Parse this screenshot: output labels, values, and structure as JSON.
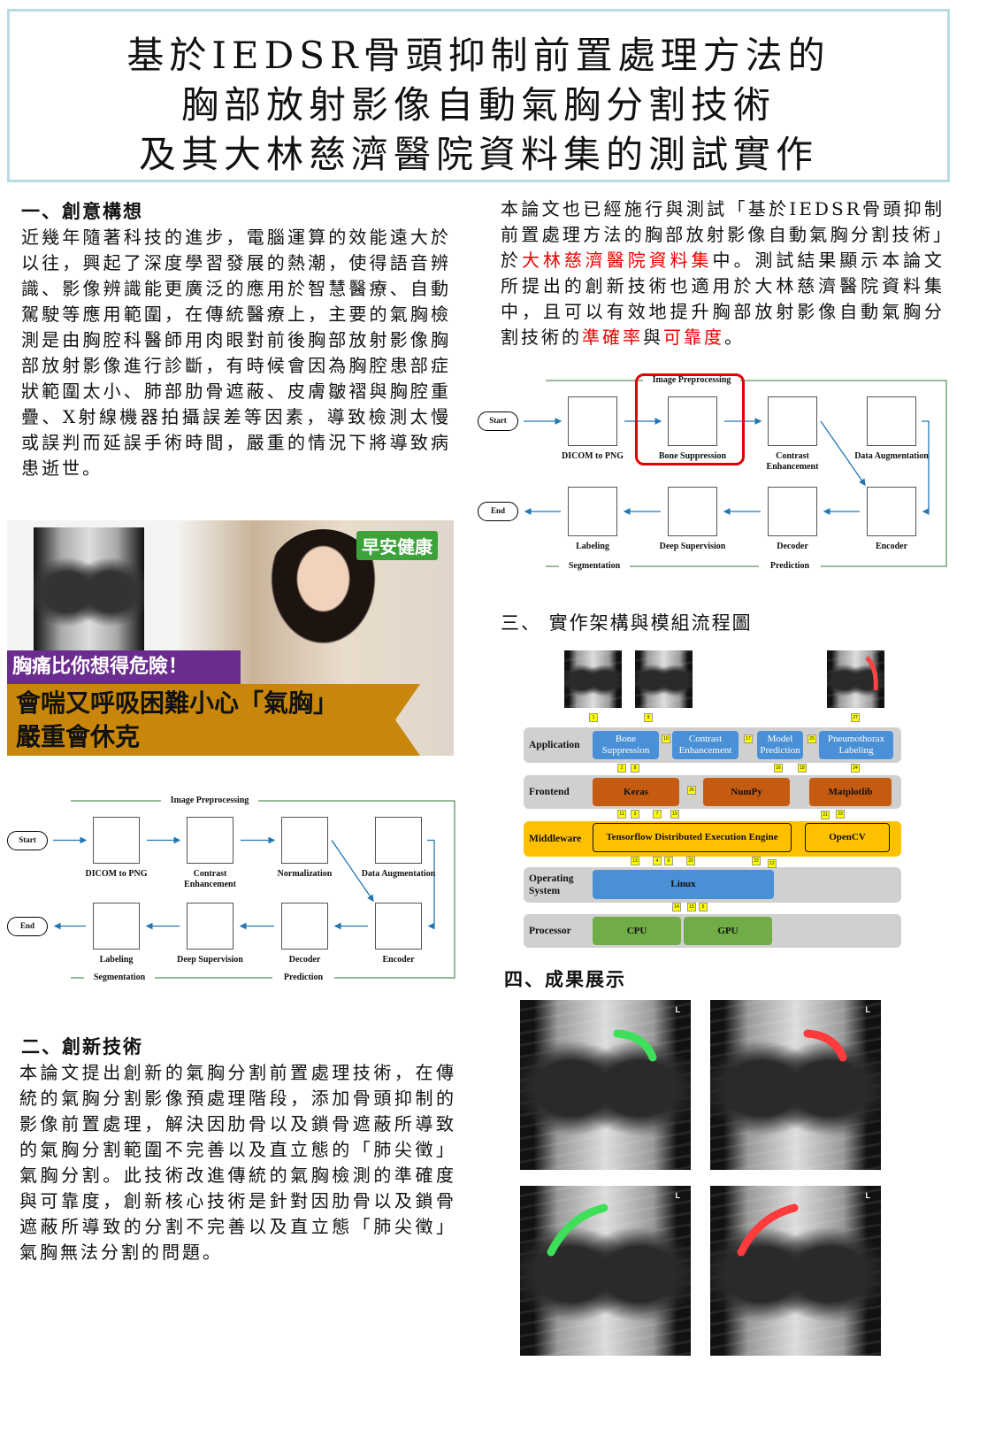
{
  "title": {
    "lines": [
      "基於IEDSR骨頭抑制前置處理方法的",
      "胸部放射影像自動氣胸分割技術",
      "及其大林慈濟醫院資料集的測試實作"
    ]
  },
  "section1": {
    "heading": "一、創意構想",
    "body": "近幾年隨著科技的進步，電腦運算的效能遠大於以往，興起了深度學習發展的熱潮，使得語音辨識、影像辨識能更廣泛的應用於智慧醫療、自動駕駛等應用範圍，在傳統醫療上，主要的氣胸檢測是由胸腔科醫師用肉眼對前後胸部放射影像胸部放射影像進行診斷，有時候會因為胸腔患部症狀範圍太小、肺部肋骨遮蔽、皮膚皺褶與胸腔重疊、X射線機器拍攝誤差等因素，導致檢測太慢或誤判而延誤手術時間，嚴重的情況下將導致病患逝世。"
  },
  "photo": {
    "logo": "早安健康",
    "banner1": "胸痛比你想得危險！",
    "banner2_line1": "會喘又呼吸困難小心「氣胸」",
    "banner2_line2": "嚴重會休克"
  },
  "section2": {
    "heading": "二、創新技術",
    "body": "本論文提出創新的氣胸分割前置處理技術，在傳統的氣胸分割影像預處理階段，添加骨頭抑制的影像前置處理，解決因肋骨以及鎖骨遮蔽所導致的氣胸分割範圍不完善以及直立態的「肺尖徵」氣胸分割。此技術改進傳統的氣胸檢測的準確度與可靠度，創新核心技術是針對因肋骨以及鎖骨遮蔽所導致的分割不完善以及直立態「肺尖徵」氣胸無法分割的問題。"
  },
  "intro_right": {
    "segments": [
      {
        "text": "本論文也已經施行與測試「基於IEDSR骨頭抑制前置處理方法的胸部放射影像自動氣胸分割技術」於",
        "red": false
      },
      {
        "text": "大林慈濟醫院資料集",
        "red": true
      },
      {
        "text": "中。測試結果顯示本論文所提出的創新技術也適用於大林慈濟醫院資料集中，且可以有效地提升胸部放射影像自動氣胸分割技術的",
        "red": false
      },
      {
        "text": "準確率",
        "red": true
      },
      {
        "text": "與",
        "red": false
      },
      {
        "text": "可靠度",
        "red": true
      },
      {
        "text": "。",
        "red": false
      }
    ]
  },
  "flow_new": {
    "start": "Start",
    "end": "End",
    "top_label": "Image Preprocessing",
    "seg_label": "Segmentation",
    "pred_label": "Prediction",
    "row1": [
      {
        "label": "DICOM to PNG",
        "thumb": "dicom"
      },
      {
        "label": "Bone Suppression",
        "thumb": "bone"
      },
      {
        "label": "Contrast Enhancement",
        "thumb": "hist"
      },
      {
        "label": "Data Augmentation",
        "thumb": "aug"
      }
    ],
    "row2": [
      {
        "label": "Labeling",
        "thumb": "label"
      },
      {
        "label": "Deep Supervision",
        "thumb": "deep"
      },
      {
        "label": "Decoder",
        "thumb": "net"
      },
      {
        "label": "Encoder",
        "thumb": "net"
      }
    ],
    "highlight_color": "#e00000"
  },
  "flow_old": {
    "start": "Start",
    "end": "End",
    "top_label": "Image Preprocessing",
    "seg_label": "Segmentation",
    "pred_label": "Prediction",
    "row1": [
      {
        "label": "DICOM to PNG",
        "thumb": "dicom"
      },
      {
        "label": "Contrast Enhancement",
        "thumb": "hist"
      },
      {
        "label": "Normalization",
        "thumb": "norm"
      },
      {
        "label": "Data Augmentation",
        "thumb": "aug"
      }
    ],
    "row2": [
      {
        "label": "Labeling",
        "thumb": "label"
      },
      {
        "label": "Deep Supervision",
        "thumb": "deep"
      },
      {
        "label": "Decoder",
        "thumb": "net"
      },
      {
        "label": "Encoder",
        "thumb": "net"
      }
    ]
  },
  "section3": {
    "heading": "三、 實作架構與模組流程圖"
  },
  "arch": {
    "layers": [
      "Application",
      "Frontend",
      "Middleware",
      "Operating System",
      "Processor"
    ],
    "app": [
      "Bone Suppression",
      "Contrast Enhancement",
      "Model Prediction",
      "Pneumothorax Labeling"
    ],
    "frontend": [
      "Keras",
      "NumPy",
      "Matplotlib"
    ],
    "middleware": [
      "Tensorflow Distributed Execution Engine",
      "OpenCV"
    ],
    "os": [
      "Linux"
    ],
    "processor": [
      "CPU",
      "GPU"
    ],
    "badges": [
      "1",
      "9",
      "27",
      "2",
      "8",
      "10",
      "17",
      "25",
      "16",
      "18",
      "24",
      "26",
      "11",
      "3",
      "7",
      "19",
      "23",
      "13",
      "4",
      "6",
      "20",
      "22",
      "12",
      "14",
      "15",
      "5",
      "21"
    ]
  },
  "section4": {
    "heading": "四、成果展示",
    "xray_marker": "L"
  },
  "colors": {
    "accent_red": "#e00000",
    "title_border": "#b9dbe6",
    "green_mask": "#3ee05a",
    "red_mask": "#ff3b3b"
  }
}
